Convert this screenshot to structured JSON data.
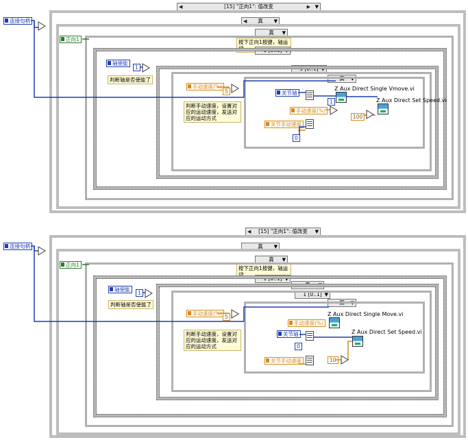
{
  "panels": [
    {
      "id": "top",
      "outer_selector": "[15] \"正向1\": 值改变",
      "connect_handle": "连接句柄",
      "forward_label": "正向1",
      "case_true": "真",
      "comment_forward": "按下正向1按键，轴运动",
      "loop1_selector": "1 [0..1]",
      "axis_enable": "轴使能",
      "axis_enable_const": "1",
      "comment_axis": "判断轴是否使能了",
      "loop2_selector": "1 [0..1]",
      "manual_speed": "手动速度(%)",
      "manual_speed_const": "5",
      "comment_speed": "判断手动速度，设置对应的运动速度，发送对应的运动方式",
      "case_inner": "真",
      "joint_axis": "关节轴",
      "const_1": "1",
      "manual_speed_b": "手动速度(%)",
      "joint_manual_speed": "关节手动速度",
      "const_0": "0",
      "const_100": "100",
      "vi_move": "Z Aux Direct Single Vmove.vi",
      "vi_speed": "Z Aux Direct Set Speed.vi"
    },
    {
      "id": "bottom",
      "outer_selector": "[15] \"正向1\": 值改变",
      "connect_handle": "连接句柄",
      "forward_label": "正向1",
      "case_true": "真",
      "comment_forward": "按下正向1按键，轴运动",
      "loop1_selector": "1 [0..1]",
      "axis_enable": "轴使能",
      "axis_enable_const": "1",
      "comment_axis": "判断轴是否使能了",
      "loop2_selector": "1 [0..1]",
      "manual_speed": "手动速度(%)",
      "manual_speed_const": "5",
      "comment_speed": "判断手动速度，设置对应的运动速度，发送对应的运动方式",
      "case_inner": "假",
      "joint_axis": "关节轴",
      "const_1": "0",
      "manual_speed_b": "手动速度(%)",
      "joint_manual_speed": "关节手动速度",
      "const_0": "",
      "const_100": "10",
      "vi_move": "Z Aux Direct Single Move.vi",
      "vi_speed": "Z Aux Direct Set Speed.vi"
    }
  ],
  "colors": {
    "blue_wire": "#1d3db3",
    "orange_wire": "#d68a1a",
    "green_wire": "#2b7a2b",
    "frame": "#bdbdbd",
    "comment_bg": "#fffbd6"
  }
}
